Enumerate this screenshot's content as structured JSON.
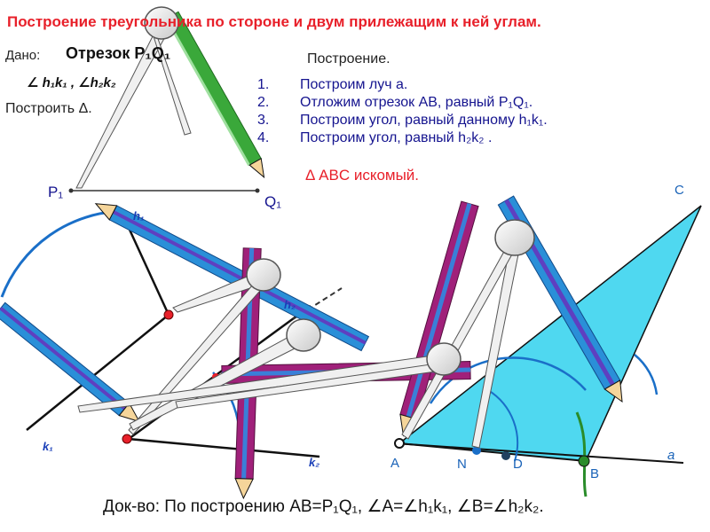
{
  "title": "Построение треугольника по стороне и двум прилежащим к ней углам.",
  "given": {
    "label": "Дано:",
    "segment": "Отрезок P₁Q₁",
    "angles": "∠ h₁k₁ , ∠h₂k₂",
    "build": "Построить Δ."
  },
  "construction": {
    "heading": "Построение.",
    "steps": [
      {
        "num": "1.",
        "text": "Построим луч a."
      },
      {
        "num": "2.",
        "text": "Отложим отрезок AB, равный P₁Q₁."
      },
      {
        "num": "3.",
        "text": "Построим угол, равный данному h₁k₁."
      },
      {
        "num": "4.",
        "text": "Построим угол, равный h₂k₂ ."
      }
    ],
    "result": "Δ ABC искомый."
  },
  "labels": {
    "p1": "P₁",
    "q1": "Q₁",
    "h1": "h₁",
    "h2": "h₂",
    "k1": "k₁",
    "k2": "k₂",
    "a_point": "A",
    "b_point": "B",
    "c_point": "C",
    "n_point": "N",
    "d_point": "D",
    "ray_a": "a"
  },
  "proof": "Док-во: По построению AB=P₁Q₁, ∠A=∠h₁k₁, ∠B=∠h₂k₂.",
  "colors": {
    "title_red": "#e8202a",
    "step_blue": "#15148f",
    "triangle_fill": "#4fd8f0",
    "arc_blue": "#1a6fc8",
    "arc_green": "#2a8c2a",
    "pencil_blue": "#2a8fd8",
    "pencil_magenta": "#a0207a",
    "pencil_green": "#3aa83a"
  }
}
